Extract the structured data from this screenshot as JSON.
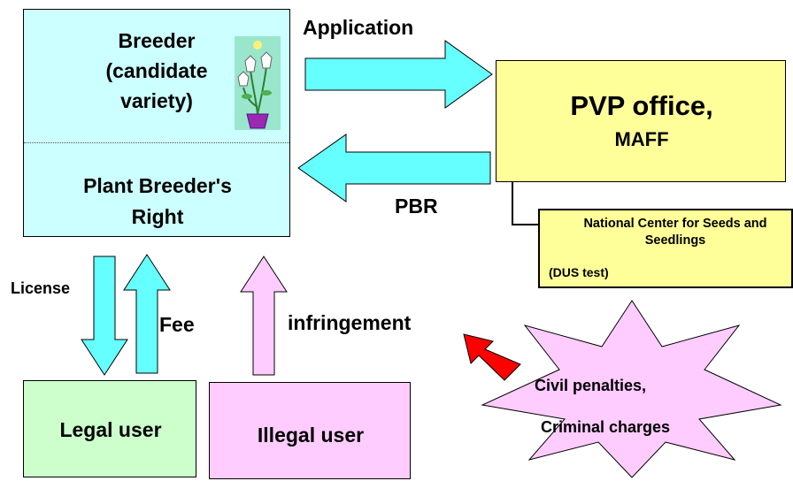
{
  "breeder": {
    "line1": "Breeder",
    "line2": "(candidate",
    "line3": "variety)",
    "right_line1": "Plant Breeder's",
    "right_line2": "Right"
  },
  "pvp_office": {
    "title": "PVP office,",
    "subtitle": "MAFF"
  },
  "national_center": {
    "title": "National Center for Seeds and Seedlings",
    "note": "(DUS test)"
  },
  "arrows": {
    "application": "Application",
    "pbr": "PBR",
    "license": "License",
    "fee": "Fee",
    "infringement": "infringement"
  },
  "users": {
    "legal": "Legal user",
    "illegal": "Illegal user"
  },
  "penalties": {
    "line1": "Civil penalties,",
    "line2": "Criminal charges"
  },
  "colors": {
    "breeder_fill": "#ccffff",
    "office_fill": "#ffff99",
    "legal_fill": "#ccffcc",
    "illegal_fill": "#ffccff",
    "arrow_cyan": "#66ffff",
    "arrow_pink": "#ffccff",
    "arrow_red": "#ff0000",
    "star_fill": "#ffccff"
  },
  "icons": {
    "plant": "potted-flower-icon"
  }
}
